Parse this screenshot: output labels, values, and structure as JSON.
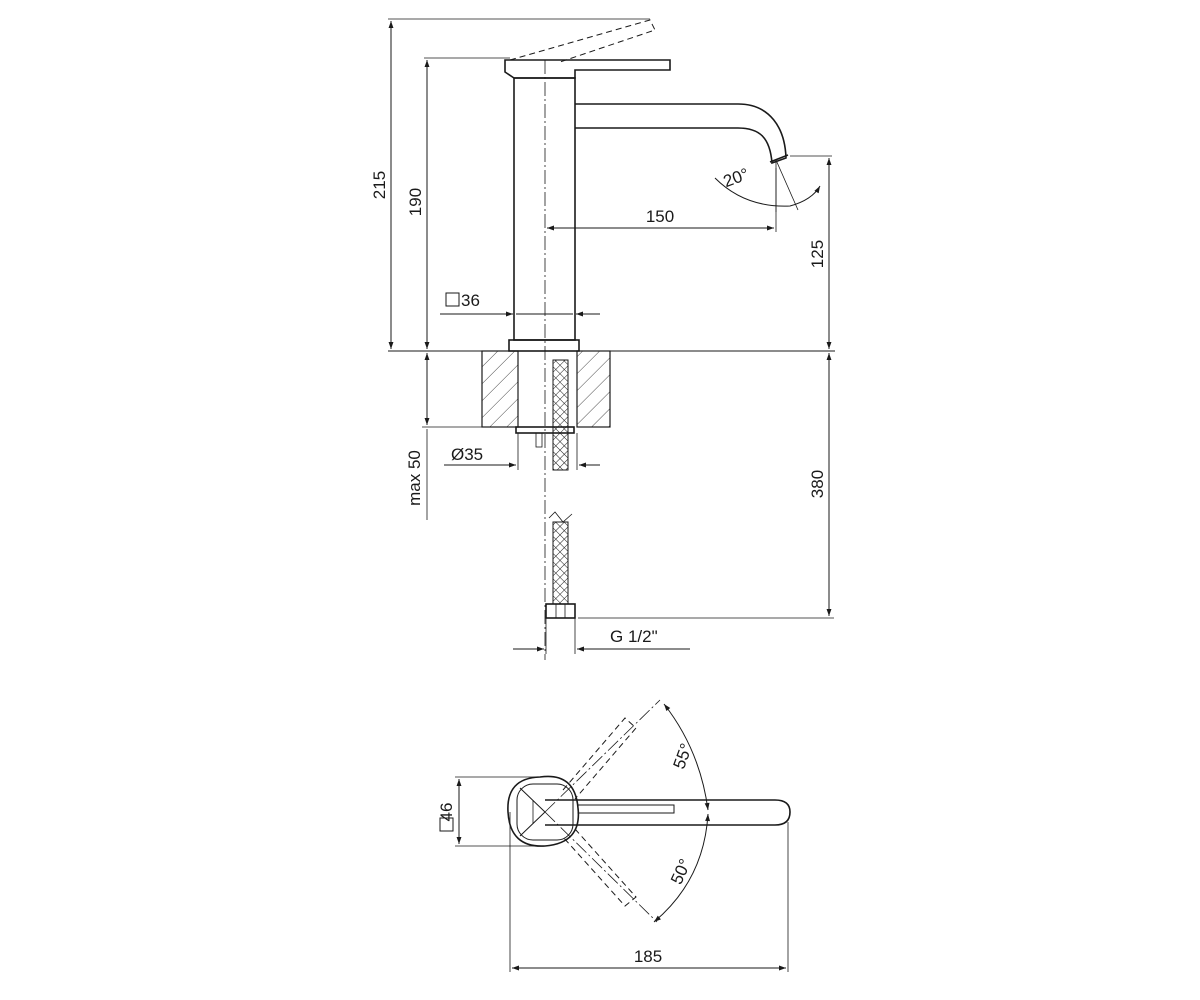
{
  "dimensions": {
    "total_height": "215",
    "lever_height": "190",
    "spout_reach": "150",
    "spout_angle": "20°",
    "spout_height": "125",
    "body_square": "36",
    "hole_diameter": "Ø35",
    "max_thickness": "max 50",
    "hose_length": "380",
    "thread": "G 1/2\"",
    "base_square": "46",
    "lever_angle_top": "55°",
    "lever_angle_bottom": "50°",
    "top_length": "185"
  }
}
